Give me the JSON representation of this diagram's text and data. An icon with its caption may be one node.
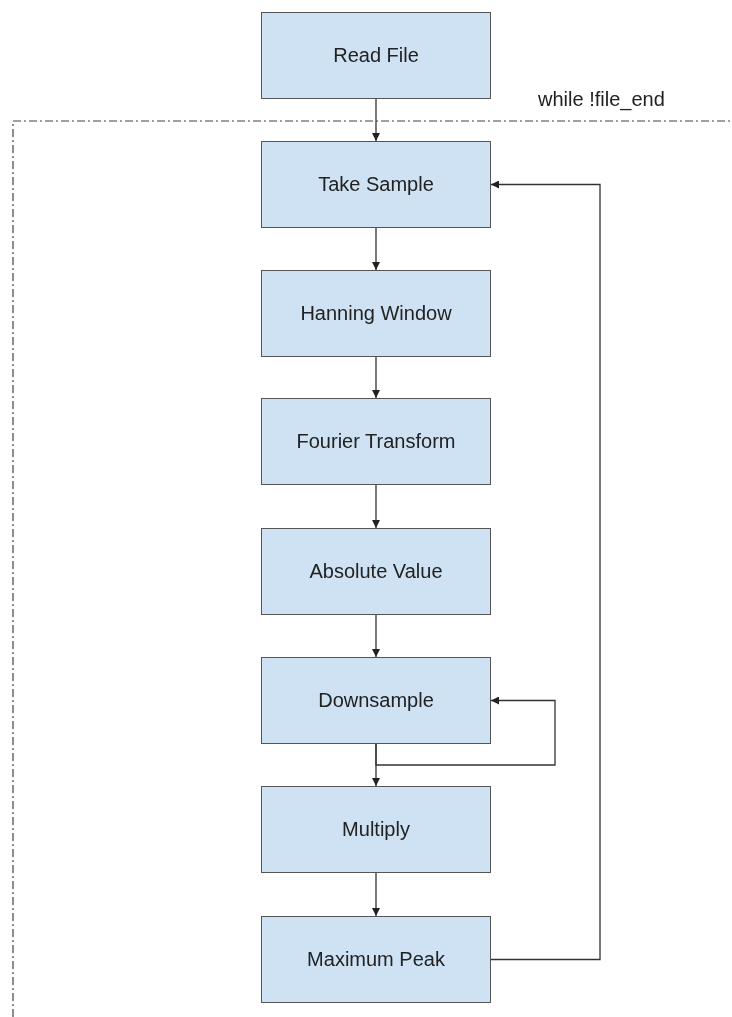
{
  "diagram": {
    "nodes": [
      {
        "text": [
          "Read File"
        ]
      },
      {
        "text": [
          "while !file_end"
        ]
      },
      {
        "text": [
          "Take Sample"
        ],
        "in": 1
      },
      {
        "text": [
          "Hanning Window"
        ],
        "in": 1
      },
      {
        "text": [
          "Fourier Transform"
        ],
        "in": 1
      },
      {
        "text": [
          "Absolute Value"
        ],
        "in": 1
      },
      {
        "text": [
          "Downsample"
        ],
        "in": 1
      },
      {
        "text": [
          "Multiply"
        ],
        "in": 1
      },
      {
        "text": [
          "Maximum Peak"
        ],
        "in": 1
      }
    ],
    "edges": [
      {
        "from": 0,
        "to": 2,
        "arrow": "to"
      },
      {
        "from": 2,
        "to": 3,
        "arrow": "to"
      },
      {
        "from": 3,
        "to": 4,
        "arrow": "to"
      },
      {
        "from": 4,
        "to": 5,
        "arrow": "to"
      },
      {
        "from": 5,
        "to": 6,
        "arrow": "to"
      },
      {
        "from": 6,
        "to": 7,
        "arrow": "to"
      },
      {
        "from": 6,
        "to": 6,
        "arrow": "to"
      },
      {
        "from": 7,
        "to": 8,
        "arrow": "to"
      },
      {
        "from": 8,
        "to": 2,
        "arrow": "to"
      }
    ]
  }
}
